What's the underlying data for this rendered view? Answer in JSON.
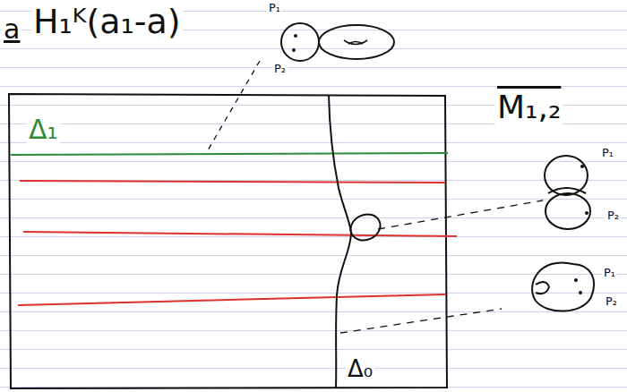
{
  "diagram": {
    "labels": [
      "a",
      "H₁ᴷ(a₁-a)",
      "P₁",
      "P₂",
      "M₁,₂",
      "Δ₁",
      "P₁",
      "P₂",
      "P₁",
      "P₂",
      "Δ₀"
    ]
  }
}
